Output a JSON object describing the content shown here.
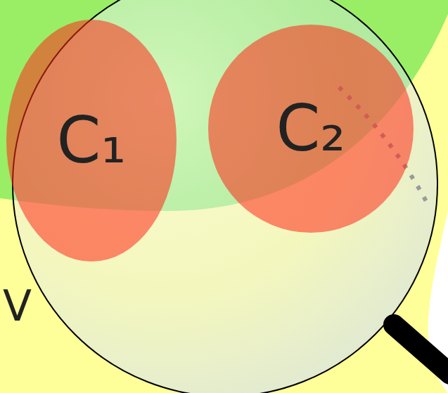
{
  "diagram": {
    "nodes": [
      {
        "text": [
          "C₁"
        ]
      },
      {
        "text": [
          "C₂"
        ]
      }
    ],
    "labels": [
      "V"
    ]
  }
}
